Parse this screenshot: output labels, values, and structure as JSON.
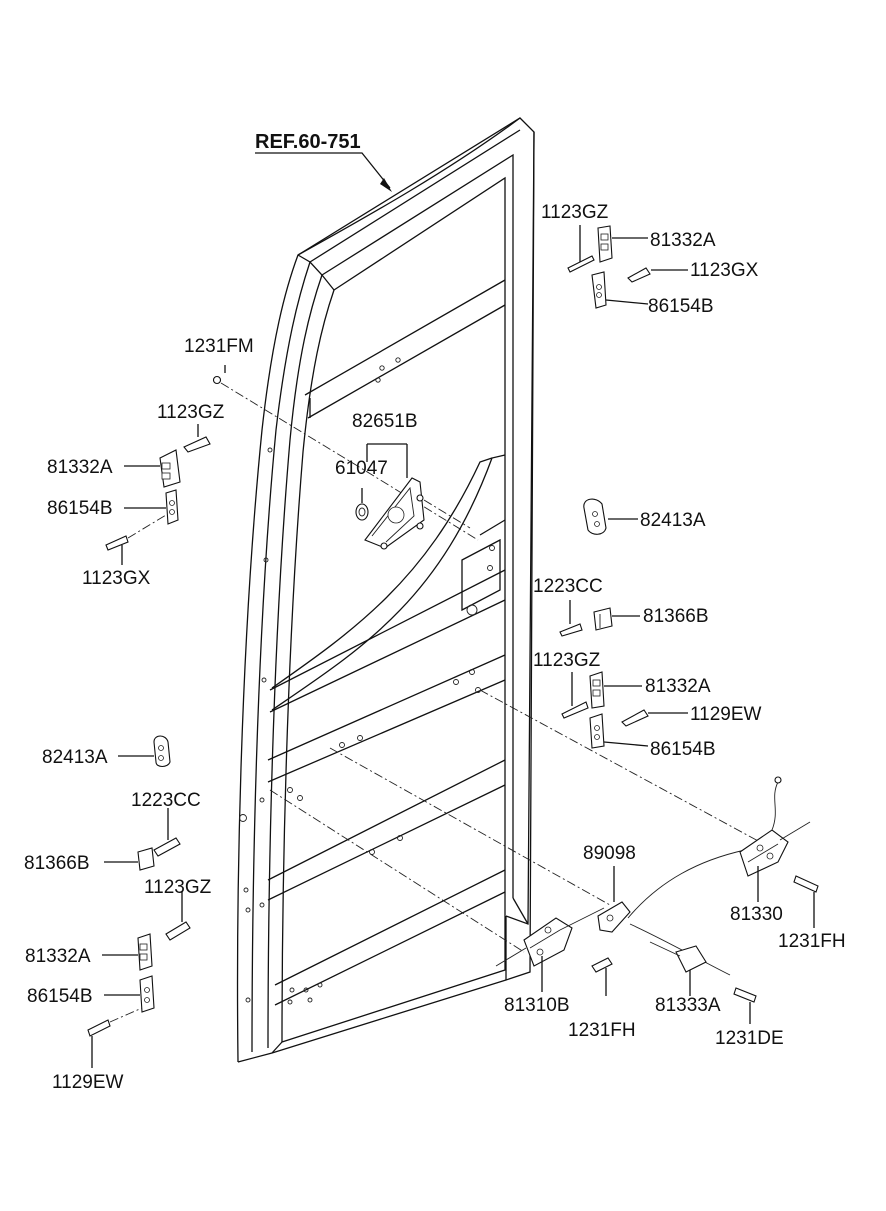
{
  "reference": "REF.60-751",
  "parts": [
    {
      "id": "p01",
      "label": "1123GZ"
    },
    {
      "id": "p02",
      "label": "81332A"
    },
    {
      "id": "p03",
      "label": "1123GX"
    },
    {
      "id": "p04",
      "label": "86154B"
    },
    {
      "id": "p05",
      "label": "1231FM"
    },
    {
      "id": "p06",
      "label": "1123GZ"
    },
    {
      "id": "p07",
      "label": "82651B"
    },
    {
      "id": "p08",
      "label": "81332A"
    },
    {
      "id": "p09",
      "label": "61047"
    },
    {
      "id": "p10",
      "label": "86154B"
    },
    {
      "id": "p11",
      "label": "82413A"
    },
    {
      "id": "p12",
      "label": "1123GX"
    },
    {
      "id": "p13",
      "label": "1223CC"
    },
    {
      "id": "p14",
      "label": "81366B"
    },
    {
      "id": "p15",
      "label": "1123GZ"
    },
    {
      "id": "p16",
      "label": "81332A"
    },
    {
      "id": "p17",
      "label": "1129EW"
    },
    {
      "id": "p18",
      "label": "86154B"
    },
    {
      "id": "p19",
      "label": "82413A"
    },
    {
      "id": "p20",
      "label": "1223CC"
    },
    {
      "id": "p21",
      "label": "89098"
    },
    {
      "id": "p22",
      "label": "81366B"
    },
    {
      "id": "p23",
      "label": "1123GZ"
    },
    {
      "id": "p24",
      "label": "81330"
    },
    {
      "id": "p25",
      "label": "1231FH"
    },
    {
      "id": "p26",
      "label": "81332A"
    },
    {
      "id": "p27",
      "label": "86154B"
    },
    {
      "id": "p28",
      "label": "81310B"
    },
    {
      "id": "p29",
      "label": "81333A"
    },
    {
      "id": "p30",
      "label": "1231FH"
    },
    {
      "id": "p31",
      "label": "1231DE"
    },
    {
      "id": "p32",
      "label": "1129EW"
    }
  ]
}
